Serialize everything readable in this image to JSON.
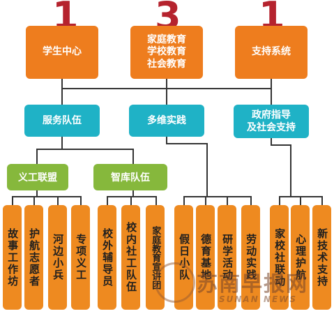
{
  "numbers": [
    "1",
    "3",
    "1"
  ],
  "top_boxes": [
    {
      "label": "学生中心"
    },
    {
      "label": "家庭教育\n学校教育\n社会教育"
    },
    {
      "label": "支持系统"
    }
  ],
  "mid_boxes": [
    {
      "label": "服务队伍"
    },
    {
      "label": "多维实践"
    },
    {
      "label": "政府指导\n及社会支持"
    }
  ],
  "groups": [
    {
      "label": "义工联盟"
    },
    {
      "label": "智库队伍"
    }
  ],
  "leaves": [
    "故事工作坊",
    "护航志愿者",
    "河边小兵",
    "专项义工",
    "校外辅导员",
    "校内社工队伍",
    "家庭教育宣讲团",
    "假日小队",
    "德育基地",
    "研学活动",
    "劳动实践",
    "家校社联动",
    "心理护航",
    "新技术支持"
  ],
  "watermark": {
    "text": "苏南早报网",
    "sub": "SUNAN NEWS"
  },
  "colors": {
    "orange": "#ee7d1e",
    "teal": "#1fb2c6",
    "green": "#86b83c",
    "number": "#b5232e"
  }
}
